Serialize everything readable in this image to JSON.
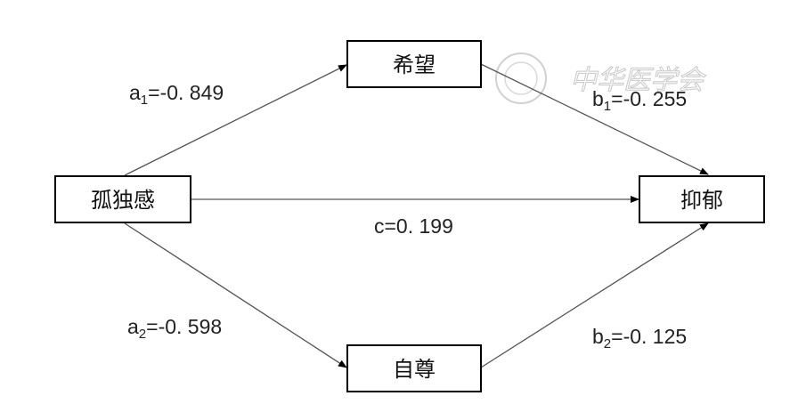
{
  "nodes": {
    "loneliness": "孤独感",
    "hope": "希望",
    "self_esteem": "自尊",
    "depression": "抑郁"
  },
  "paths": {
    "a1": {
      "symbol": "a",
      "sub": "1",
      "value": "=-0. 849"
    },
    "b1": {
      "symbol": "b",
      "sub": "1",
      "value": "=-0. 255"
    },
    "c": {
      "text": "c=0. 199"
    },
    "a2": {
      "symbol": "a",
      "sub": "2",
      "value": "=-0. 598"
    },
    "b2": {
      "symbol": "b",
      "sub": "2",
      "value": "=-0. 125"
    }
  },
  "watermark": "中华医学会"
}
